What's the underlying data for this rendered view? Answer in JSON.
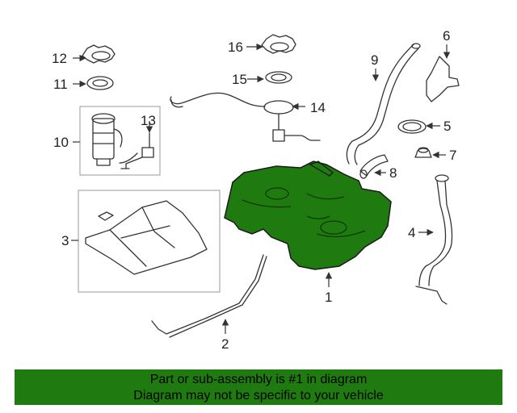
{
  "callouts": {
    "p1": "1",
    "p2": "2",
    "p3": "3",
    "p4": "4",
    "p5": "5",
    "p6": "6",
    "p7": "7",
    "p8": "8",
    "p9": "9",
    "p10": "10",
    "p11": "11",
    "p12": "12",
    "p13": "13",
    "p14": "14",
    "p15": "15",
    "p16": "16"
  },
  "highlight_color": "#1f7a0f",
  "footer": {
    "line1": "Part or sub-assembly is #1 in diagram",
    "line2": "Diagram may not be specific to your vehicle"
  }
}
